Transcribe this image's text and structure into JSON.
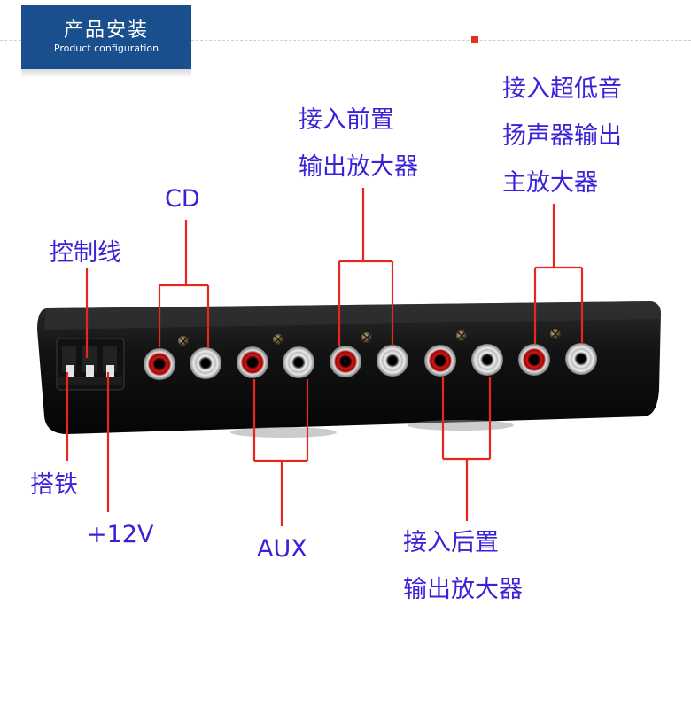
{
  "header": {
    "title_cn": "产品安装",
    "title_en": "Product configuration"
  },
  "labels": {
    "cd": "CD",
    "control_line": "控制线",
    "front_line1": "接入前置",
    "front_line2": "输出放大器",
    "sub_line1": "接入超低音",
    "sub_line2": "扬声器输出",
    "sub_line3": "主放大器",
    "ground": "搭铁",
    "power": "+12V",
    "aux": "AUX",
    "rear_line1": "接入后置",
    "rear_line2": "输出放大器"
  },
  "colors": {
    "header_bg": "#1a4f8d",
    "label_text": "#3a22d8",
    "leader_line": "#e8261c",
    "device_body": "#141414"
  }
}
